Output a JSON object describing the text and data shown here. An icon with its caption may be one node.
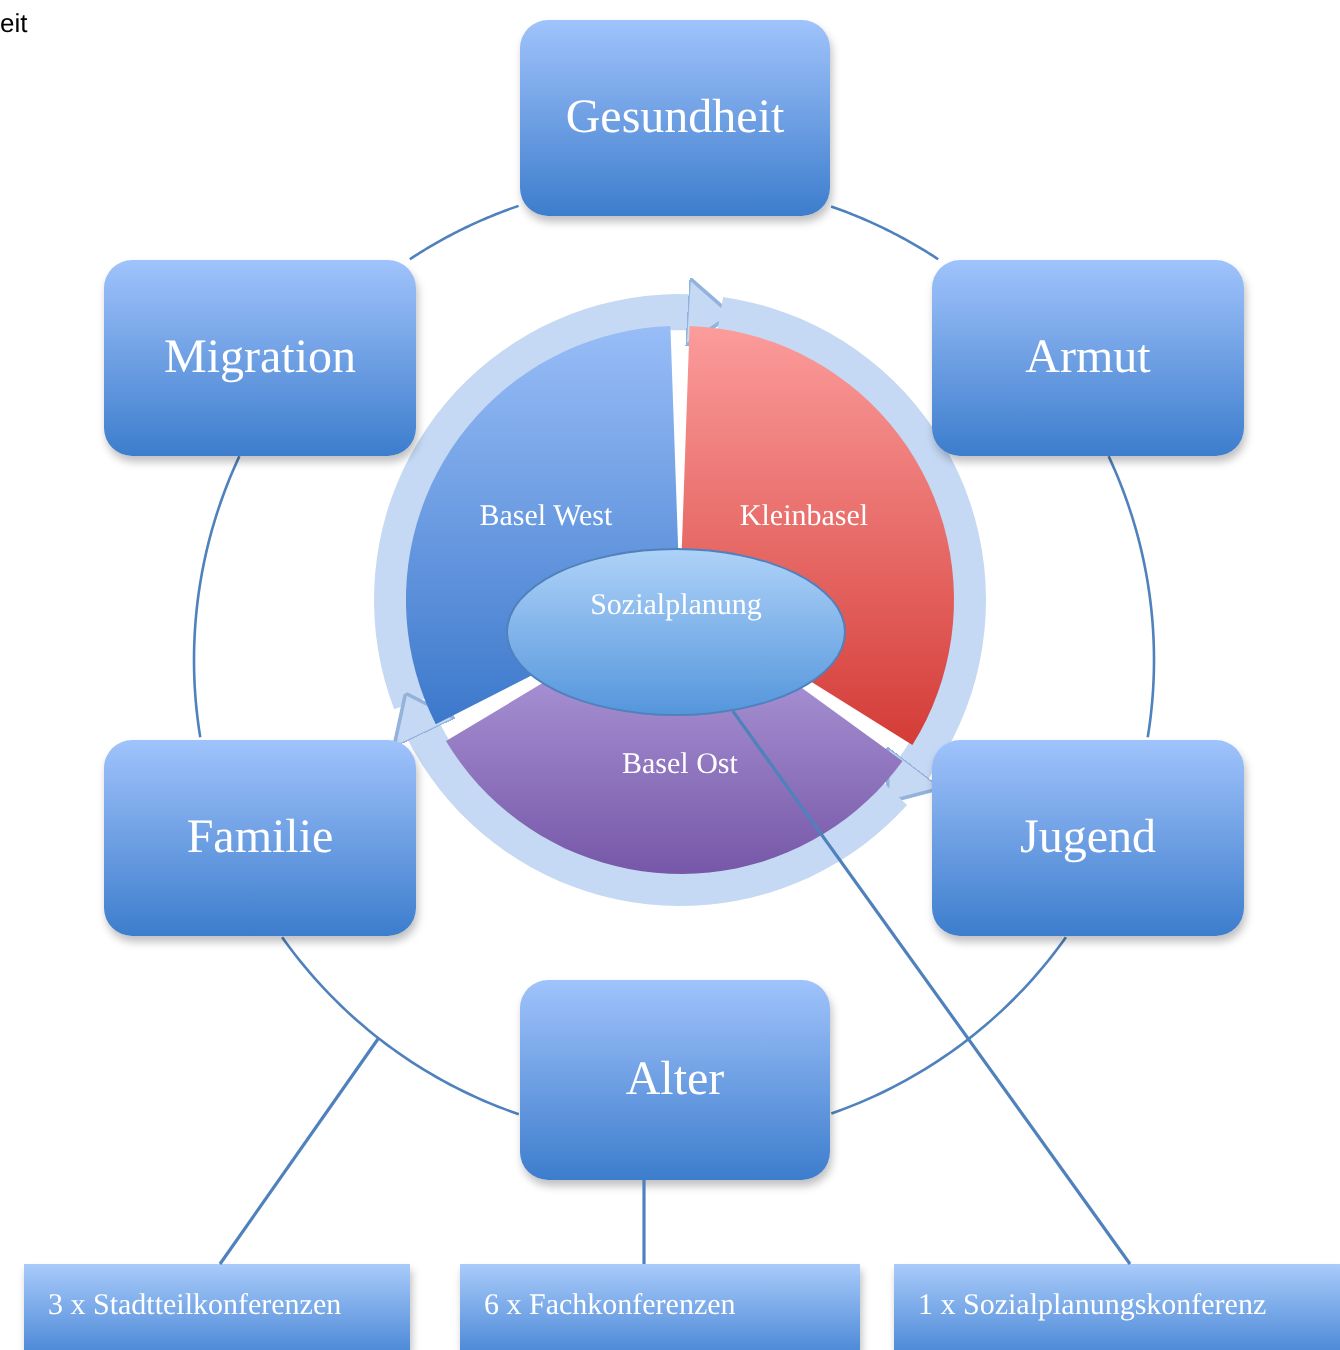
{
  "diagram": {
    "nodes": [
      {
        "text": [
          "Gesundheit"
        ]
      },
      {
        "text": [
          "Migration"
        ]
      },
      {
        "text": [
          "Armut"
        ]
      },
      {
        "text": [
          "Familie"
        ]
      },
      {
        "text": [
          "Jugend"
        ]
      },
      {
        "text": [
          "Alter"
        ]
      },
      {
        "text": [
          "Basel West"
        ]
      },
      {
        "text": [
          "Kleinbasel"
        ]
      },
      {
        "text": [
          "Basel Ost"
        ]
      },
      {
        "text": [
          "Sozialplanung"
        ]
      },
      {
        "text": [
          "3 x Stadtteilkonferenzen"
        ]
      },
      {
        "text": [
          "6 x Fachkonferenzen"
        ]
      },
      {
        "text": [
          "1 x Sozialplanungskonferenz"
        ]
      }
    ],
    "edges": [
      {
        "from": 0,
        "to": 2,
        "arrow": "none"
      },
      {
        "from": 2,
        "to": 4,
        "arrow": "none"
      },
      {
        "from": 4,
        "to": 5,
        "arrow": "none"
      },
      {
        "from": 5,
        "to": 3,
        "arrow": "none"
      },
      {
        "from": 3,
        "to": 1,
        "arrow": "none"
      },
      {
        "from": 1,
        "to": 0,
        "arrow": "none"
      },
      {
        "from": 6,
        "to": 7,
        "arrow": "to",
        "style": "thick",
        "color": "#c5d9f4"
      },
      {
        "from": 7,
        "to": 8,
        "arrow": "to",
        "style": "thick",
        "color": "#c5d9f4"
      },
      {
        "from": 8,
        "to": 6,
        "arrow": "to",
        "style": "thick",
        "color": "#c5d9f4"
      },
      {
        "from": 10,
        "to": null,
        "arrow": "none"
      },
      {
        "from": 11,
        "to": 5,
        "arrow": "none"
      },
      {
        "from": 12,
        "to": 9,
        "arrow": "none"
      }
    ],
    "labels": [
      "eit"
    ]
  }
}
